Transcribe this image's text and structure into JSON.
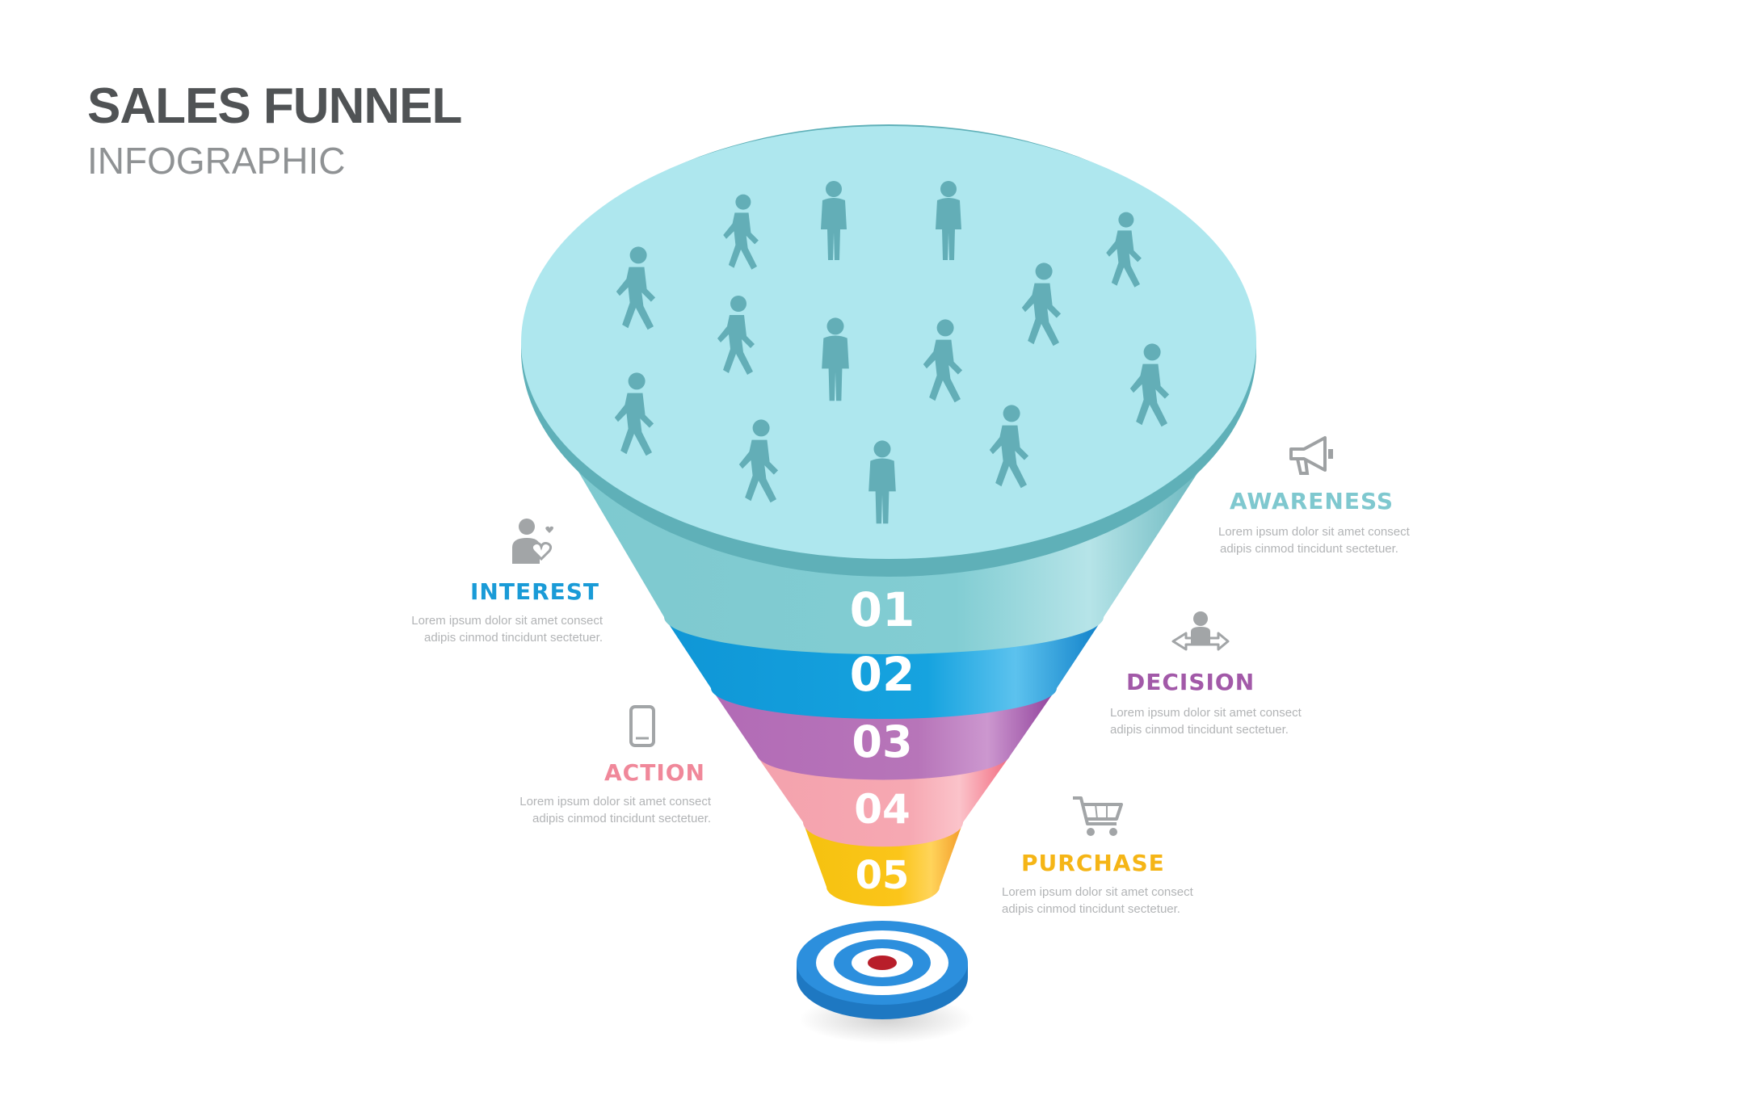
{
  "header": {
    "title": "SALES FUNNEL",
    "subtitle": "INFOGRAPHIC"
  },
  "colors": {
    "awareness": "#7fc8cf",
    "interest": "#1a9bd7",
    "decision": "#a259a8",
    "action": "#f0889a",
    "purchase": "#f5b516",
    "text_muted": "#b2b4b6"
  },
  "stages": [
    {
      "number": "01",
      "label": "AWARENESS",
      "icon": "megaphone-icon",
      "line1": "Lorem ipsum dolor sit amet consect",
      "line2": "adipis cinmod tincidunt sectetuer."
    },
    {
      "number": "02",
      "label": "INTEREST",
      "icon": "person-heart-icon",
      "line1": "Lorem ipsum dolor sit amet consect",
      "line2": "adipis cinmod tincidunt sectetuer."
    },
    {
      "number": "03",
      "label": "DECISION",
      "icon": "person-arrows-icon",
      "line1": "Lorem ipsum dolor sit amet consect",
      "line2": "adipis cinmod tincidunt sectetuer."
    },
    {
      "number": "04",
      "label": "ACTION",
      "icon": "smartphone-icon",
      "line1": "Lorem ipsum dolor sit amet consect",
      "line2": "adipis cinmod tincidunt sectetuer."
    },
    {
      "number": "05",
      "label": "PURCHASE",
      "icon": "shopping-cart-icon",
      "line1": "Lorem ipsum dolor sit amet consect",
      "line2": "adipis cinmod tincidunt sectetuer."
    }
  ],
  "target": {
    "icon": "target-icon"
  }
}
